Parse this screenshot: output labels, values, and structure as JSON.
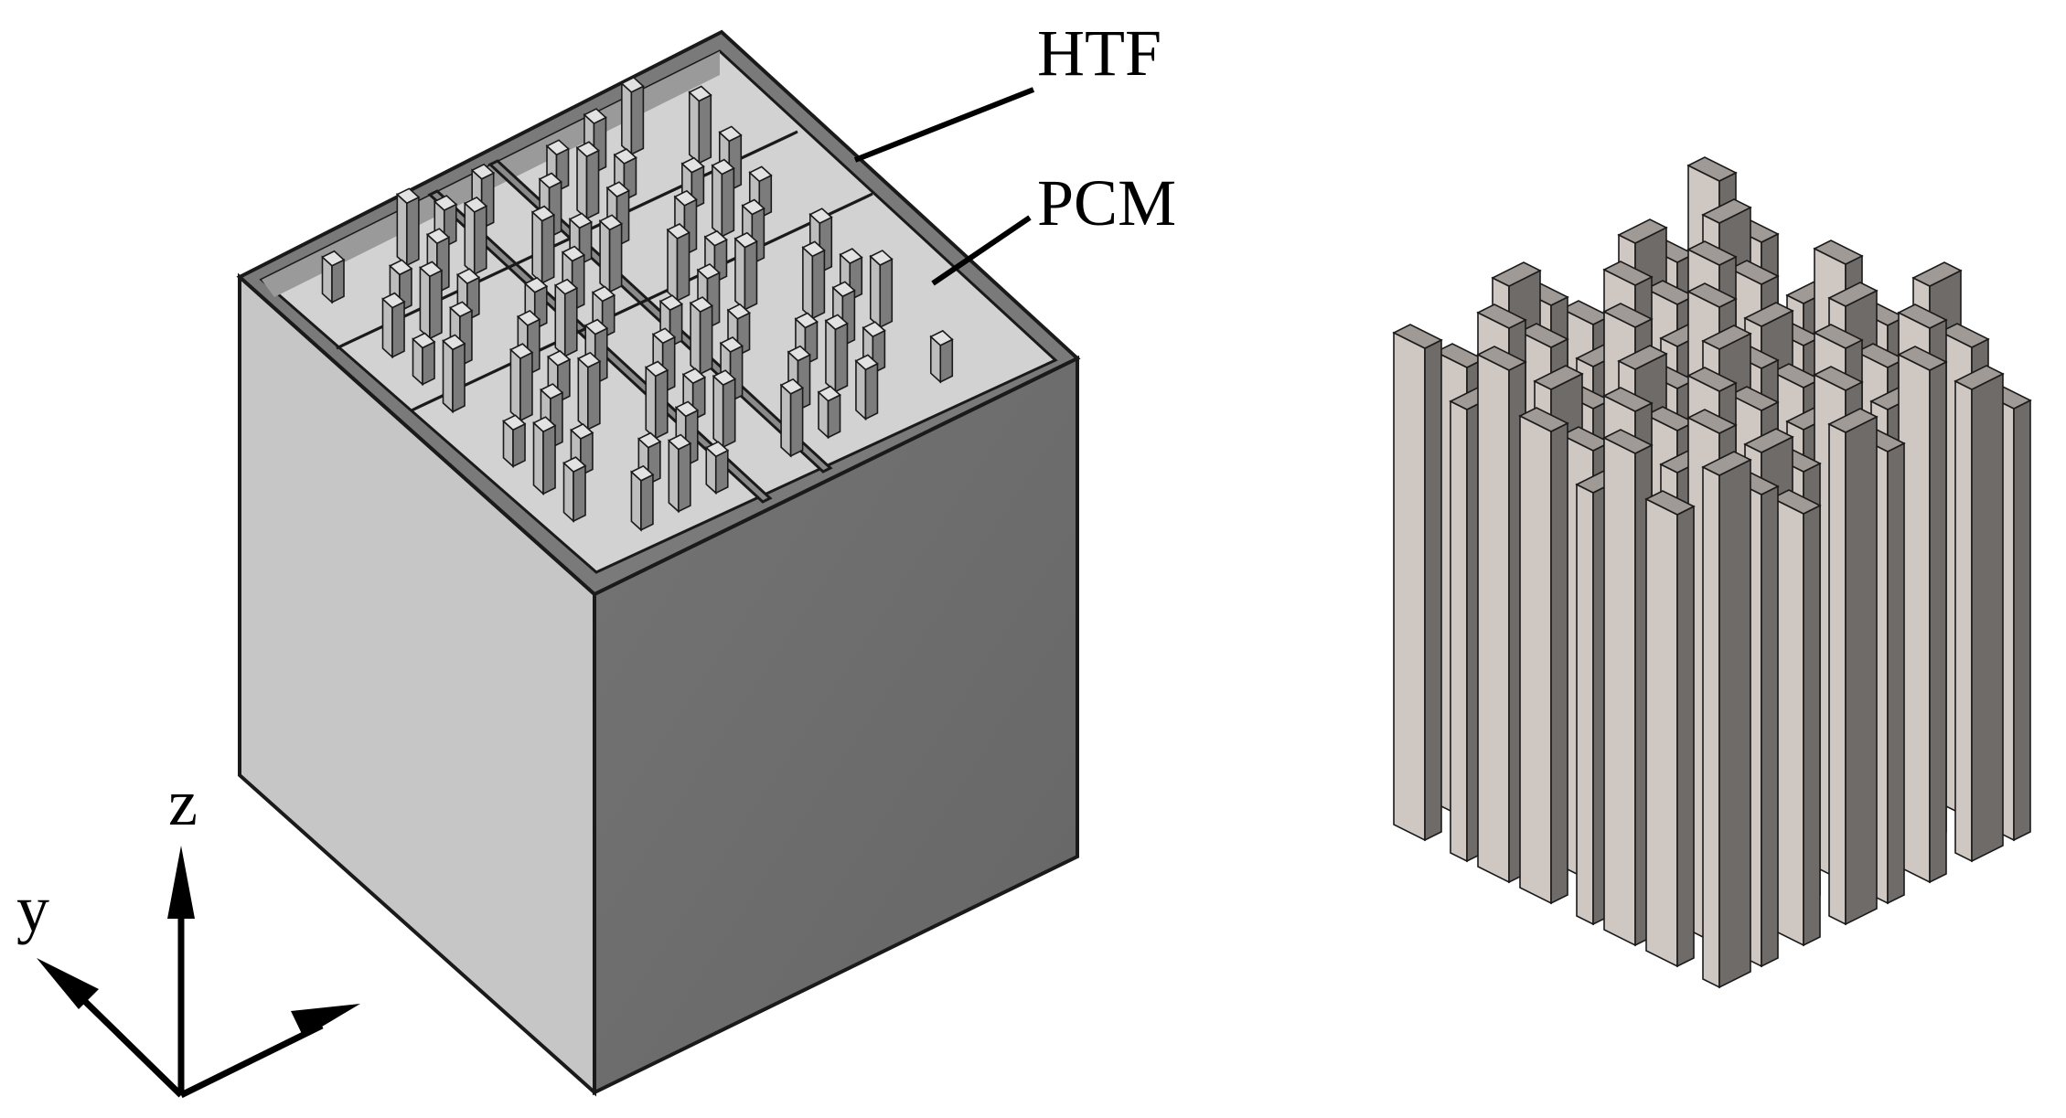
{
  "labels": {
    "htf": "HTF",
    "pcm": "PCM"
  },
  "axes": {
    "z": "z",
    "y": "y"
  },
  "colors": {
    "box_left_face": "#c9c9c9",
    "box_right_face": "#6b6b6b",
    "wall_top": "#808080",
    "inner_floor": "#cfcfcf",
    "fin_light": "#cfc7c2",
    "fin_mid": "#a09a96",
    "fin_dark": "#6f6b68",
    "outline": "#1a1a1a"
  }
}
